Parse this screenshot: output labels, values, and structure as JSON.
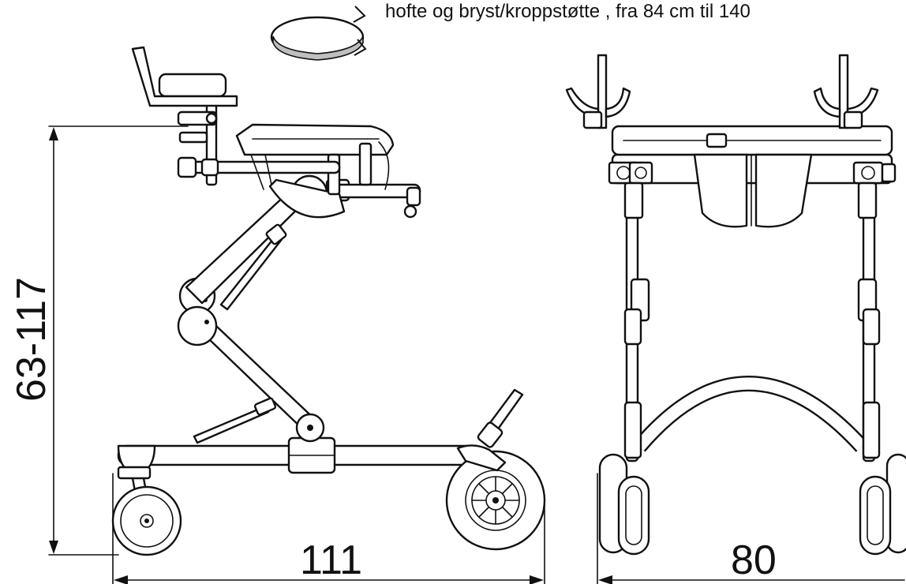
{
  "caption": "hofte og bryst/kroppstøtte , fra 84 cm til 140",
  "dimensions": {
    "height_range": "63-117",
    "side_width": "111",
    "front_width": "80"
  },
  "icons": {
    "rotation": "rotation-arrow-icon"
  }
}
